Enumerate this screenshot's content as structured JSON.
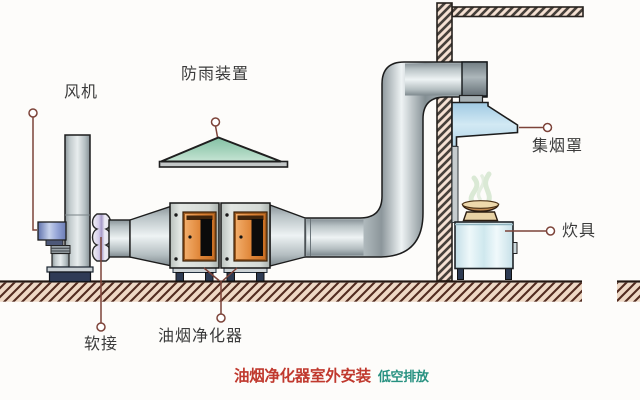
{
  "diagram": {
    "title": "油烟净化器室外安装",
    "subtitle": "低空排放",
    "labels": {
      "fan": "风机",
      "rain_cover": "防雨装置",
      "smoke_hood": "集烟罩",
      "cooker": "炊具",
      "soft_joint": "软接",
      "purifier": "油烟净化器"
    },
    "colors": {
      "title_red": "#c0392e",
      "subtitle_teal": "#279180",
      "label_text": "#3b3b3b",
      "pointer_line": "#7d4339",
      "purifier_door_orange": "#e0873a",
      "rain_cover_green": "#8cc2a6",
      "duct_gray": "#cfd8da",
      "motor_blue": "#8598cc",
      "wall_tan": "#f4e0d2",
      "ground_tan": "#eed8c5",
      "hood_blue": "#c3dff0"
    }
  }
}
